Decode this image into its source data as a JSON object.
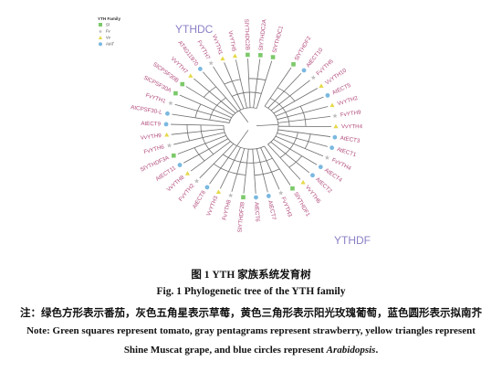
{
  "legend": {
    "title": "YTH Family",
    "items": [
      {
        "label": "Sl",
        "marker": "square",
        "color": "#7cc96a"
      },
      {
        "label": "Fv",
        "marker": "star",
        "color": "#bdbdbd"
      },
      {
        "label": "Vv",
        "marker": "triangle",
        "color": "#e6d84a"
      },
      {
        "label": "AtAT",
        "marker": "circle",
        "color": "#7ab8e0"
      }
    ]
  },
  "groups": {
    "top": "YTHDC",
    "bottom": "YTHDF"
  },
  "leaves": [
    {
      "label": "SlYTHDF2",
      "species": "Sl"
    },
    {
      "label": "AtECT10",
      "species": "At"
    },
    {
      "label": "FvYTH5",
      "species": "Fv"
    },
    {
      "label": "VvYTH10",
      "species": "Vv"
    },
    {
      "label": "AtECT5",
      "species": "At"
    },
    {
      "label": "VvYTH2",
      "species": "Vv"
    },
    {
      "label": "FvYTH9",
      "species": "Fv"
    },
    {
      "label": "VvYTH4",
      "species": "Vv"
    },
    {
      "label": "AtECT3",
      "species": "At"
    },
    {
      "label": "AtECT1",
      "species": "At"
    },
    {
      "label": "FvYTH4",
      "species": "Fv"
    },
    {
      "label": "AtECT4",
      "species": "At"
    },
    {
      "label": "AtECT2",
      "species": "At"
    },
    {
      "label": "VvYTH6",
      "species": "Vv"
    },
    {
      "label": "SlYTHDF1",
      "species": "Sl"
    },
    {
      "label": "FvYTH3",
      "species": "Fv"
    },
    {
      "label": "AtECT7",
      "species": "At"
    },
    {
      "label": "AtECT6",
      "species": "At"
    },
    {
      "label": "SlYTHDF2B",
      "species": "Sl"
    },
    {
      "label": "FvYTH8",
      "species": "Fv"
    },
    {
      "label": "VvYTH3",
      "species": "Vv"
    },
    {
      "label": "AtECT8",
      "species": "At"
    },
    {
      "label": "FvYTH2",
      "species": "Fv"
    },
    {
      "label": "VvYTH8",
      "species": "Vv"
    },
    {
      "label": "AtECT11",
      "species": "At"
    },
    {
      "label": "SlYTHDF3A",
      "species": "Sl"
    },
    {
      "label": "FvYTH6",
      "species": "Fv"
    },
    {
      "label": "VvYTH9",
      "species": "Vv"
    },
    {
      "label": "AtECT9",
      "species": "At"
    },
    {
      "label": "AtCPSF30-L",
      "species": "At"
    },
    {
      "label": "FvYTH1",
      "species": "Fv"
    },
    {
      "label": "SlCPSF30A",
      "species": "Sl"
    },
    {
      "label": "SlCPSF30B",
      "species": "Sl"
    },
    {
      "label": "VvYTH7",
      "species": "Vv"
    },
    {
      "label": "AT4G11970",
      "species": "At"
    },
    {
      "label": "FvYTH7",
      "species": "Fv"
    },
    {
      "label": "VvYTH1",
      "species": "Vv"
    },
    {
      "label": "VvYTH5",
      "species": "Vv"
    },
    {
      "label": "SlYTHDC2B",
      "species": "Sl"
    },
    {
      "label": "SlYTHDC2A",
      "species": "Sl"
    },
    {
      "label": "SlYTHDC1",
      "species": "Sl"
    }
  ],
  "caption": {
    "cn_title": "图 1 YTH 家族系统发育树",
    "en_title": "Fig. 1 Phylogenetic tree of the YTH family",
    "cn_note": "注：绿色方形表示番茄，灰色五角星表示草莓，黄色三角形表示阳光玫瑰葡萄，蓝色圆形表示拟南芥",
    "en_note_line1": "Note: Green squares represent tomato, gray pentagrams represent strawberry, yellow triangles represent",
    "en_note_line2_prefix": "Shine Muscat grape, and blue circles represent ",
    "en_note_line2_italic": "Arabidopsis",
    "en_note_line2_suffix": "."
  }
}
